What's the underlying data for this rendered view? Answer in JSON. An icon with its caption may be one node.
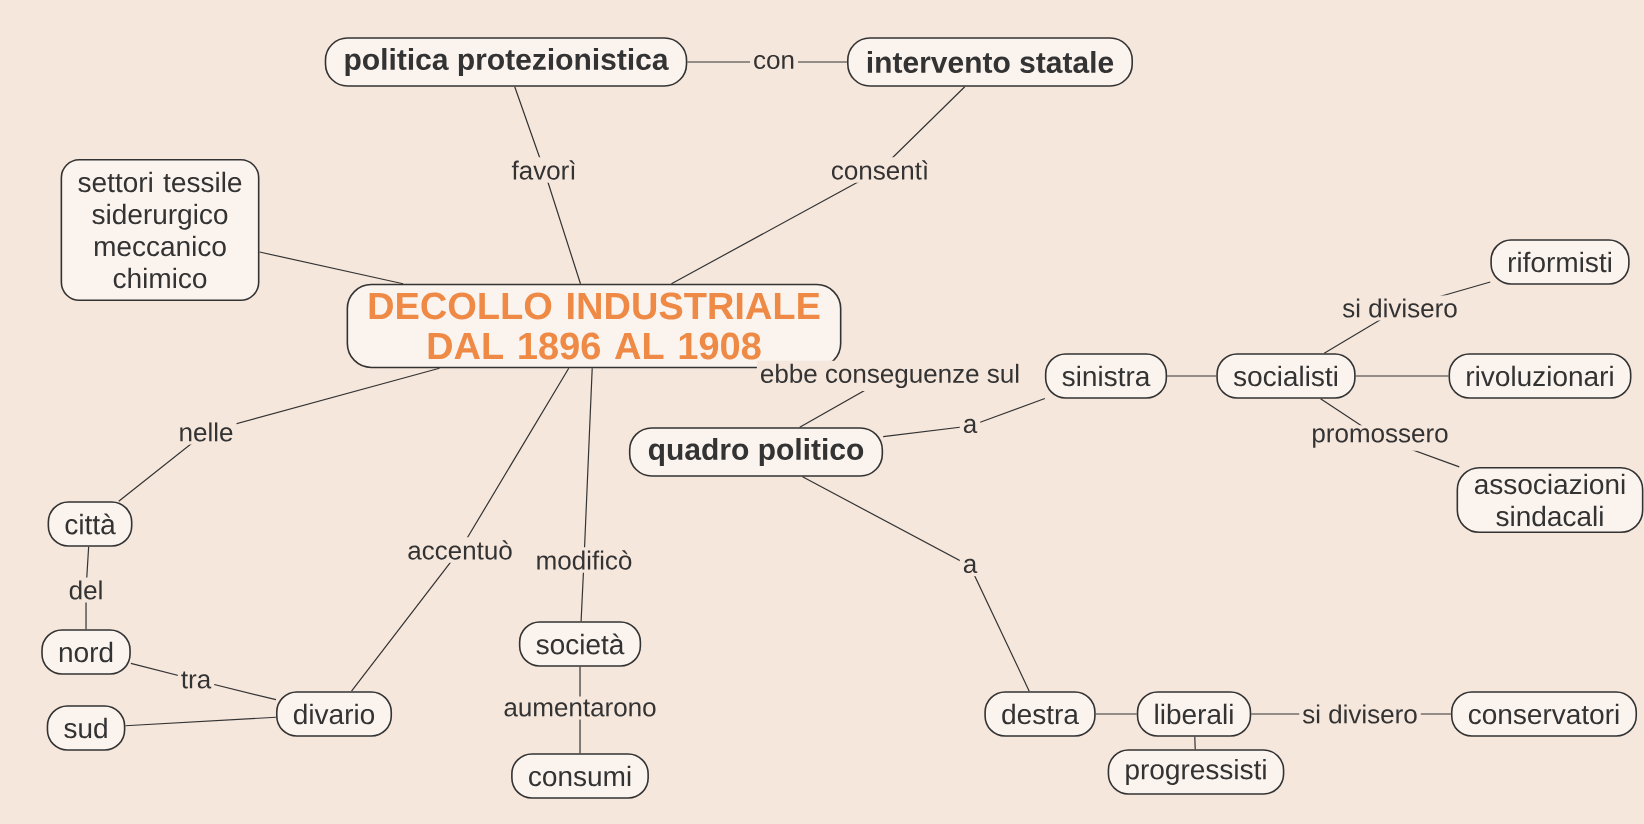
{
  "diagram": {
    "nodes": [
      {
        "text": [
          "politica protezionistica"
        ]
      },
      {
        "text": [
          "intervento statale"
        ]
      },
      {
        "text": [
          "settori tessile siderurgico meccanico chimico"
        ]
      },
      {
        "text": [
          "DECOLLO INDUSTRIALE DAL 1896 AL 1908"
        ]
      },
      {
        "text": [
          "riformisti"
        ]
      },
      {
        "text": [
          "sinistra"
        ]
      },
      {
        "text": [
          "socialisti"
        ]
      },
      {
        "text": [
          "rivoluzionari"
        ]
      },
      {
        "text": [
          "quadro politico"
        ]
      },
      {
        "text": [
          "associazioni sindacali"
        ]
      },
      {
        "text": [
          "città"
        ]
      },
      {
        "text": [
          "società"
        ]
      },
      {
        "text": [
          "nord"
        ]
      },
      {
        "text": [
          "sud"
        ]
      },
      {
        "text": [
          "divario"
        ]
      },
      {
        "text": [
          "consumi"
        ]
      },
      {
        "text": [
          "destra"
        ]
      },
      {
        "text": [
          "liberali"
        ]
      },
      {
        "text": [
          "conservatori"
        ]
      },
      {
        "text": [
          "progressisti"
        ]
      }
    ],
    "edges": [
      {
        "from": 0,
        "to": 1,
        "arrow": "none",
        "label": "con"
      },
      {
        "from": 0,
        "to": 3,
        "arrow": "none",
        "label": "favorì"
      },
      {
        "from": 1,
        "to": 3,
        "arrow": "none",
        "label": "consentì"
      },
      {
        "from": 3,
        "to": 2,
        "arrow": "none"
      },
      {
        "from": 3,
        "to": 10,
        "arrow": "none",
        "label": "nelle"
      },
      {
        "from": 3,
        "to": 14,
        "arrow": "none",
        "label": "accentuò"
      },
      {
        "from": 3,
        "to": 11,
        "arrow": "none",
        "label": "modificò"
      },
      {
        "from": 3,
        "to": 8,
        "arrow": "none",
        "label": "ebbe conseguenze sul"
      },
      {
        "from": 8,
        "to": 5,
        "arrow": "none",
        "label": "a"
      },
      {
        "from": 8,
        "to": 16,
        "arrow": "none",
        "label": "a"
      },
      {
        "from": 5,
        "to": 6,
        "arrow": "none"
      },
      {
        "from": 6,
        "to": 4,
        "arrow": "none",
        "label": "si divisero"
      },
      {
        "from": 6,
        "to": 7,
        "arrow": "none"
      },
      {
        "from": 6,
        "to": 9,
        "arrow": "none",
        "label": "promossero"
      },
      {
        "from": 10,
        "to": 12,
        "arrow": "none",
        "label": "del"
      },
      {
        "from": 12,
        "to": 14,
        "arrow": "none",
        "label": "tra"
      },
      {
        "from": 13,
        "to": 14,
        "arrow": "none"
      },
      {
        "from": 11,
        "to": 15,
        "arrow": "none",
        "label": "aumentarono"
      },
      {
        "from": 16,
        "to": 17,
        "arrow": "none"
      },
      {
        "from": 17,
        "to": 18,
        "arrow": "none",
        "label": "si divisero"
      },
      {
        "from": 17,
        "to": 19,
        "arrow": "none"
      }
    ]
  }
}
